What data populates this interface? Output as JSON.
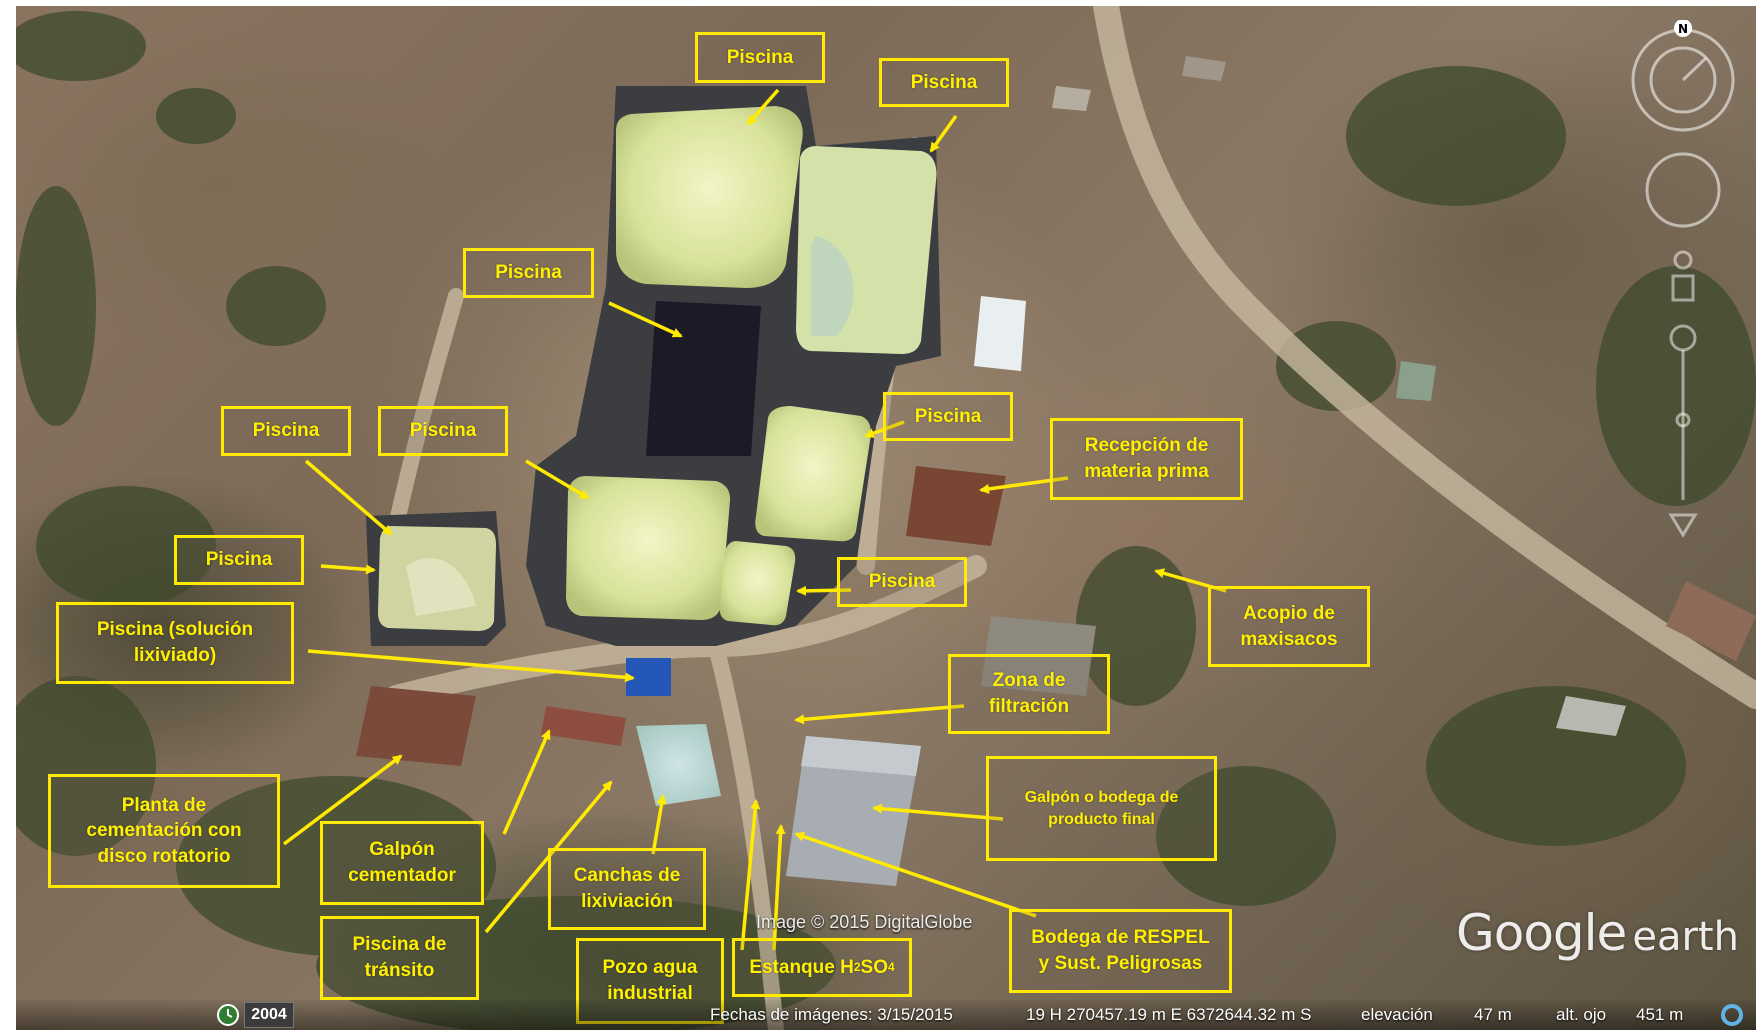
{
  "labels": {
    "piscina_1": "Piscina",
    "piscina_2": "Piscina",
    "piscina_3": "Piscina",
    "piscina_4": "Piscina",
    "piscina_5": "Piscina",
    "piscina_6": "Piscina",
    "piscina_7": "Piscina",
    "piscina_8": "Piscina",
    "piscina_solucion": "Piscina (solución\nlixiviado)",
    "recepcion": "Recepción de\nmateria prima",
    "acopio": "Acopio de\nmaxisacos",
    "zona_filtracion": "Zona de\nfiltración",
    "galpon_producto": "Galpón o bodega de\nproducto final",
    "planta_cementacion": "Planta de\ncementación con\ndisco rotatorio",
    "galpon_cementador": "Galpón\ncementador",
    "canchas": "Canchas de\nlixiviación",
    "piscina_transito": "Piscina de\ntránsito",
    "pozo_agua": "Pozo agua\nindustrial",
    "estanque_prefix": "Estanque H",
    "estanque_sub1": "2",
    "estanque_mid": "SO",
    "estanque_sub2": "4",
    "bodega_respel": "Bodega de RESPEL\ny Sust. Peligrosas"
  },
  "overlay": {
    "copyright": "Image © 2015 DigitalGlobe",
    "logo_google": "Google",
    "logo_earth": "earth",
    "compass_letter": "N"
  },
  "status_bar": {
    "year": "2004",
    "imagery_date": "Fechas de imágenes: 3/15/2015",
    "coordinates": "19 H 270457.19 m E 6372644.32 m S",
    "elevation_label": "elevación",
    "elevation_value": "47 m",
    "eye_alt_label": "alt. ojo",
    "eye_alt_value": "451 m"
  },
  "colors": {
    "label_yellow": "#ffea00",
    "pool_light": "#dfe9a6",
    "pool_dark": "#1c1a26",
    "pool_blue": "#2457b8"
  },
  "icons": {
    "clock": "clock-icon",
    "globe": "globe-icon",
    "compass": "compass-icon"
  }
}
